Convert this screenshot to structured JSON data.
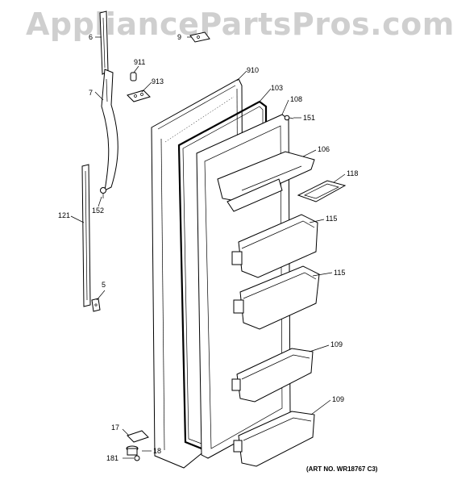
{
  "watermark": "AppliancePartsPros.com",
  "art_number": "(ART NO. WR18767 C3)",
  "callouts": {
    "c6": "6",
    "c9": "9",
    "c911": "911",
    "c913": "913",
    "c7": "7",
    "c910": "910",
    "c103": "103",
    "c108": "108",
    "c151": "151",
    "c106": "106",
    "c118": "118",
    "c152": "152",
    "c121": "121",
    "c115a": "115",
    "c115b": "115",
    "c5": "5",
    "c109a": "109",
    "c109b": "109",
    "c17": "17",
    "c18": "18",
    "c181": "181"
  }
}
